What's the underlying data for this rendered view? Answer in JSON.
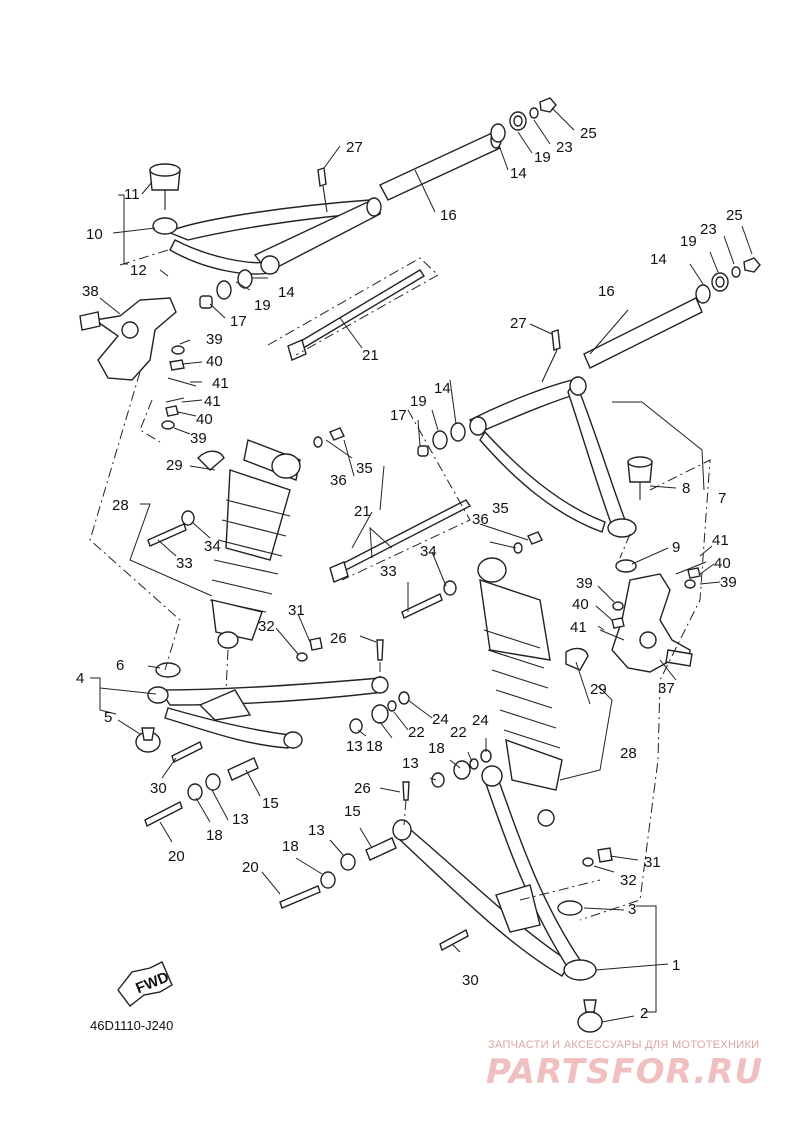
{
  "diagram": {
    "code": "46D1110-J240",
    "fwd_label": "FWD",
    "watermark_top": "ЗАПЧАСТИ И АКСЕССУАРЫ ДЛЯ МОТОТЕХНИКИ",
    "watermark_brand": "PARTSFOR.RU"
  },
  "callouts": [
    {
      "id": "c1",
      "label": "1"
    },
    {
      "id": "c2",
      "label": "2"
    },
    {
      "id": "c3",
      "label": "3"
    },
    {
      "id": "c4",
      "label": "4"
    },
    {
      "id": "c5",
      "label": "5"
    },
    {
      "id": "c6",
      "label": "6"
    },
    {
      "id": "c7",
      "label": "7"
    },
    {
      "id": "c8",
      "label": "8"
    },
    {
      "id": "c9",
      "label": "9"
    },
    {
      "id": "c10",
      "label": "10"
    },
    {
      "id": "c11",
      "label": "11"
    },
    {
      "id": "c12",
      "label": "12"
    },
    {
      "id": "c13a",
      "label": "13"
    },
    {
      "id": "c13b",
      "label": "13"
    },
    {
      "id": "c13c",
      "label": "13"
    },
    {
      "id": "c13d",
      "label": "13"
    },
    {
      "id": "c14a",
      "label": "14"
    },
    {
      "id": "c14b",
      "label": "14"
    },
    {
      "id": "c14c",
      "label": "14"
    },
    {
      "id": "c14d",
      "label": "14"
    },
    {
      "id": "c15a",
      "label": "15"
    },
    {
      "id": "c15b",
      "label": "15"
    },
    {
      "id": "c16a",
      "label": "16"
    },
    {
      "id": "c16b",
      "label": "16"
    },
    {
      "id": "c17a",
      "label": "17"
    },
    {
      "id": "c17b",
      "label": "17"
    },
    {
      "id": "c18a",
      "label": "18"
    },
    {
      "id": "c18b",
      "label": "18"
    },
    {
      "id": "c18c",
      "label": "18"
    },
    {
      "id": "c18d",
      "label": "18"
    },
    {
      "id": "c19a",
      "label": "19"
    },
    {
      "id": "c19b",
      "label": "19"
    },
    {
      "id": "c19c",
      "label": "19"
    },
    {
      "id": "c19d",
      "label": "19"
    },
    {
      "id": "c20a",
      "label": "20"
    },
    {
      "id": "c20b",
      "label": "20"
    },
    {
      "id": "c21a",
      "label": "21"
    },
    {
      "id": "c21b",
      "label": "21"
    },
    {
      "id": "c22a",
      "label": "22"
    },
    {
      "id": "c22b",
      "label": "22"
    },
    {
      "id": "c23a",
      "label": "23"
    },
    {
      "id": "c23b",
      "label": "23"
    },
    {
      "id": "c24a",
      "label": "24"
    },
    {
      "id": "c24b",
      "label": "24"
    },
    {
      "id": "c25a",
      "label": "25"
    },
    {
      "id": "c25b",
      "label": "25"
    },
    {
      "id": "c26a",
      "label": "26"
    },
    {
      "id": "c26b",
      "label": "26"
    },
    {
      "id": "c27a",
      "label": "27"
    },
    {
      "id": "c27b",
      "label": "27"
    },
    {
      "id": "c28a",
      "label": "28"
    },
    {
      "id": "c28b",
      "label": "28"
    },
    {
      "id": "c29a",
      "label": "29"
    },
    {
      "id": "c29b",
      "label": "29"
    },
    {
      "id": "c30a",
      "label": "30"
    },
    {
      "id": "c30b",
      "label": "30"
    },
    {
      "id": "c31a",
      "label": "31"
    },
    {
      "id": "c31b",
      "label": "31"
    },
    {
      "id": "c32a",
      "label": "32"
    },
    {
      "id": "c32b",
      "label": "32"
    },
    {
      "id": "c33a",
      "label": "33"
    },
    {
      "id": "c33b",
      "label": "33"
    },
    {
      "id": "c34a",
      "label": "34"
    },
    {
      "id": "c34b",
      "label": "34"
    },
    {
      "id": "c35a",
      "label": "35"
    },
    {
      "id": "c35b",
      "label": "35"
    },
    {
      "id": "c36a",
      "label": "36"
    },
    {
      "id": "c36b",
      "label": "36"
    },
    {
      "id": "c37",
      "label": "37"
    },
    {
      "id": "c38",
      "label": "38"
    },
    {
      "id": "c39a",
      "label": "39"
    },
    {
      "id": "c39b",
      "label": "39"
    },
    {
      "id": "c39c",
      "label": "39"
    },
    {
      "id": "c39d",
      "label": "39"
    },
    {
      "id": "c40a",
      "label": "40"
    },
    {
      "id": "c40b",
      "label": "40"
    },
    {
      "id": "c40c",
      "label": "40"
    },
    {
      "id": "c40d",
      "label": "40"
    },
    {
      "id": "c41a",
      "label": "41"
    },
    {
      "id": "c41b",
      "label": "41"
    },
    {
      "id": "c41c",
      "label": "41"
    },
    {
      "id": "c41d",
      "label": "41"
    }
  ]
}
